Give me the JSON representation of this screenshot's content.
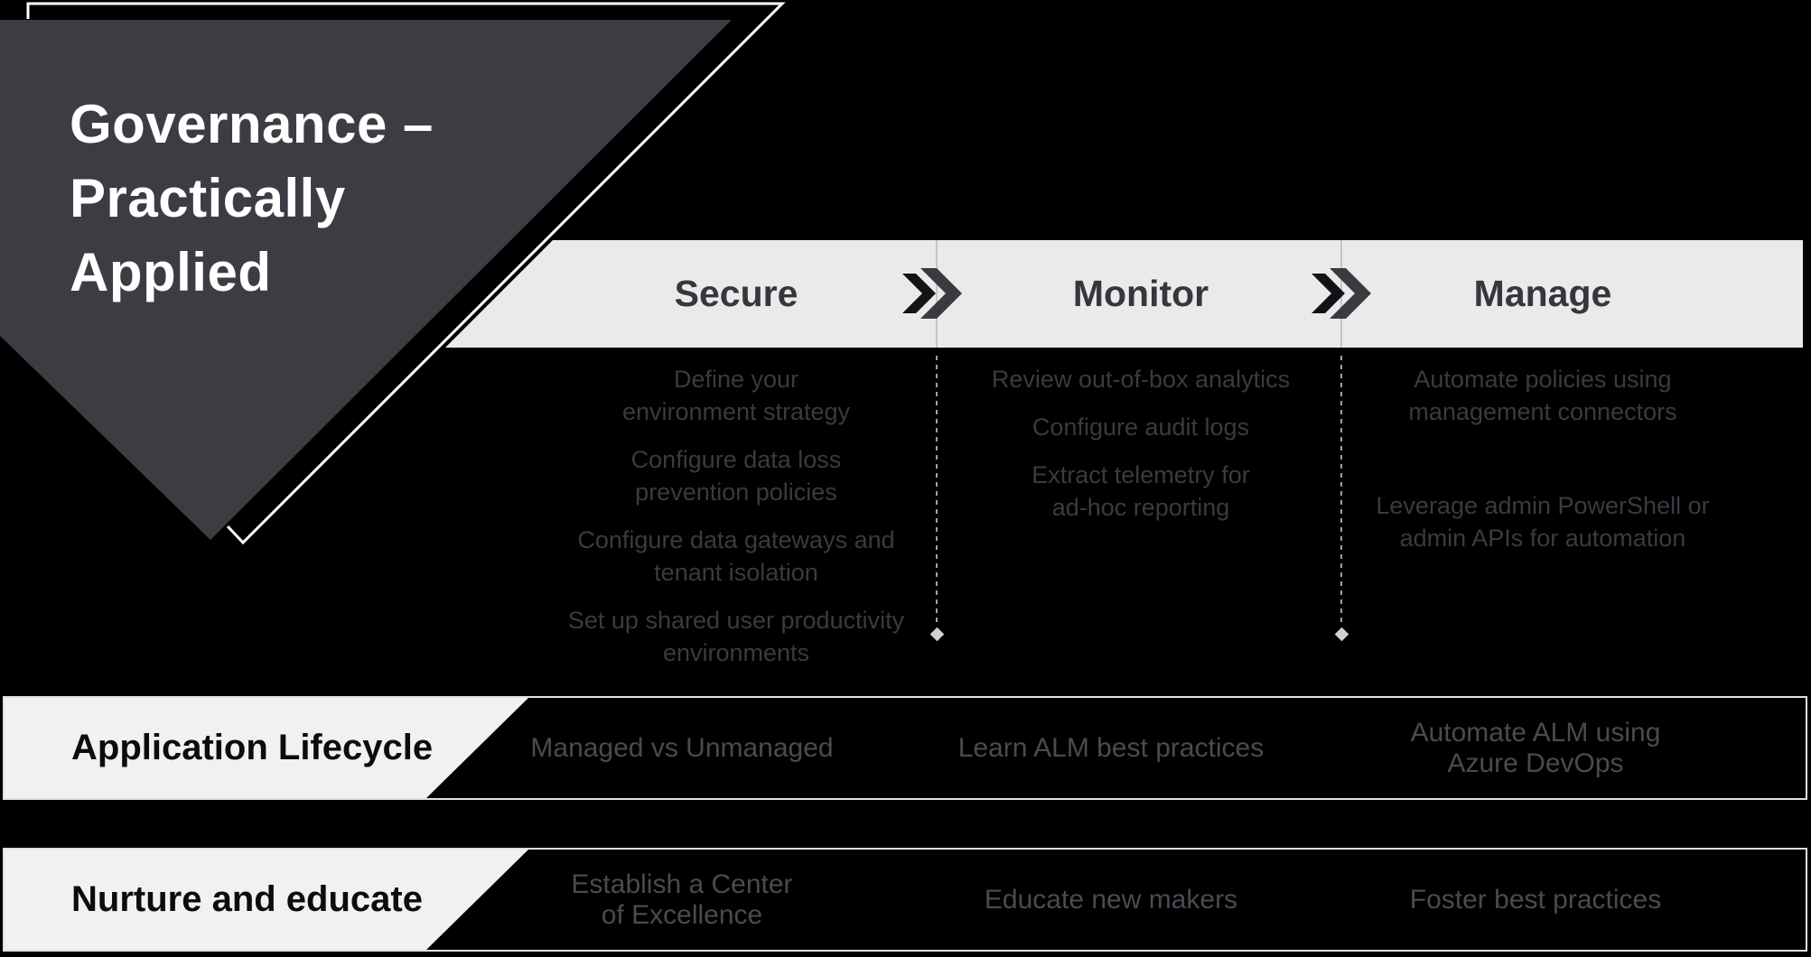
{
  "title": {
    "lines": [
      "Governance –",
      "Practically",
      "Applied"
    ]
  },
  "phases": {
    "secure": "Secure",
    "monitor": "Monitor",
    "manage": "Manage"
  },
  "columns": {
    "secure": {
      "items": [
        "Define your\nenvironment strategy",
        "Configure data loss\nprevention policies",
        "Configure data gateways and\ntenant isolation",
        "Set up shared user productivity\nenvironments"
      ]
    },
    "monitor": {
      "items": [
        "Review out-of-box analytics",
        "Configure audit logs",
        "Extract telemetry for\nad-hoc reporting"
      ]
    },
    "manage": {
      "items": [
        "Automate policies using\nmanagement connectors",
        "Leverage admin PowerShell or\nadmin APIs for automation"
      ]
    }
  },
  "rows": [
    {
      "label": "Application Lifecycle",
      "cells": [
        "Managed vs Unmanaged",
        "Learn ALM best practices",
        "Automate ALM using\nAzure DevOps"
      ]
    },
    {
      "label": "Nurture and educate",
      "cells": [
        "Establish a Center\nof Excellence",
        "Educate new makers",
        "Foster best practices"
      ]
    }
  ],
  "icons": {
    "arrow": "chevron-right-icon",
    "marker": "diamond-icon"
  },
  "colors": {
    "background": "#000000",
    "banner_shape": "#3c3c43",
    "banner_outline": "#ffffff",
    "band": "#eaeaea",
    "header_text": "#36363d",
    "chevron_front": "#3a3a41",
    "chevron_back": "#131317",
    "bullet_text": "#3a3a42",
    "row_text": "#4a4a52",
    "row_border": "#e0e0e0",
    "label_fill": "#f1f1f1",
    "label_text": "#0c0c0c",
    "divider": "#c5c5c5",
    "diamond": "#d2d2d2"
  }
}
